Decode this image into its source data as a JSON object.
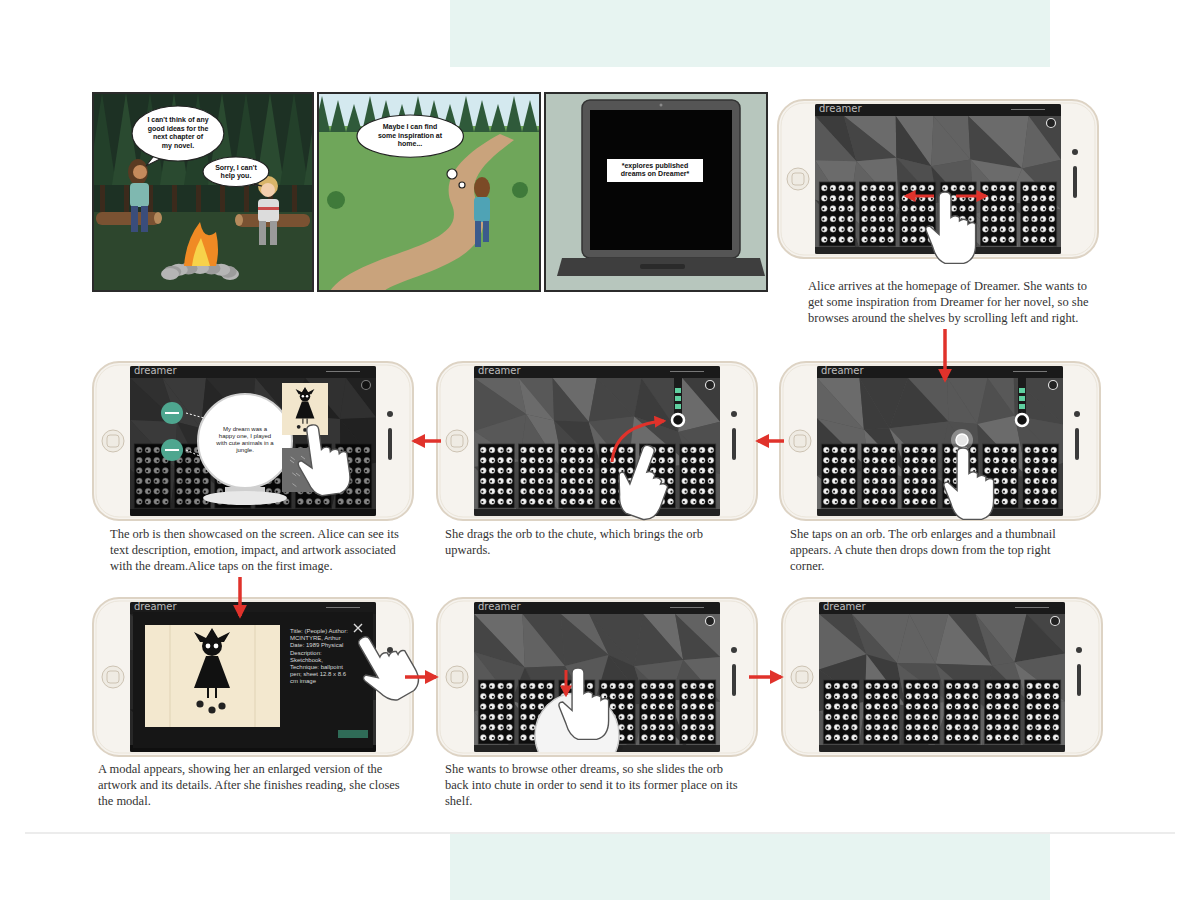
{
  "diagram": {
    "nodes": [
      {
        "text": [
          "I can't think of any good ideas for the next chapter of my novel."
        ]
      },
      {
        "text": [
          "Sorry, I can't help you."
        ]
      },
      {
        "text": [
          "Maybe I can find some inspiration at home..."
        ]
      },
      {
        "text": [
          "*explores published dreams on Dreamer*"
        ]
      },
      {
        "text": [
          "dreamer",
          "Alice arrives at the homepage of Dreamer. She wants to get some inspiration from Dreamer for her novel, so she browses around the shelves by scrolling left and right."
        ]
      },
      {
        "text": [
          "dreamer",
          "She taps on an orb. The orb enlarges and a thumbnail appears. A chute then drops down from the top right corner."
        ]
      },
      {
        "text": [
          "dreamer",
          "She drags the orb to the chute, which brings the orb upwards."
        ]
      },
      {
        "text": [
          "dreamer",
          "The orb is then showcased on the screen. Alice can see its text description, emotion, impact, and artwork associated with the dream.Alice taps on the first image."
        ]
      },
      {
        "text": [
          "My dream was a happy one, I played with cute animals in a jungle."
        ],
        "in": 7
      },
      {
        "text": [
          "dreamer",
          "A modal appears, showing her an enlarged version of the artwork and its details. After she finishes reading, she closes the modal."
        ]
      },
      {
        "text": [
          "Title: (People) Author: MCINTYRE, Arthur Date: 1989 Physical Description: Sketchbook, Technique: ballpoint pen; sheet 12.8 x 8.6 cm image"
        ],
        "in": 9
      },
      {
        "text": [
          "dreamer",
          "She wants to browse other dreams, so she slides the orb back into chute in order to send it to its former place on its shelf."
        ]
      },
      {
        "text": [
          "dreamer"
        ]
      }
    ],
    "edges": [
      {
        "from": 4,
        "to": 5,
        "arrow": "to"
      },
      {
        "from": 5,
        "to": 6,
        "arrow": "to"
      },
      {
        "from": 6,
        "to": 7,
        "arrow": "to"
      },
      {
        "from": 7,
        "to": 9,
        "arrow": "to"
      },
      {
        "from": 9,
        "to": 11,
        "arrow": "to"
      },
      {
        "from": 11,
        "to": 12,
        "arrow": "to"
      }
    ]
  }
}
